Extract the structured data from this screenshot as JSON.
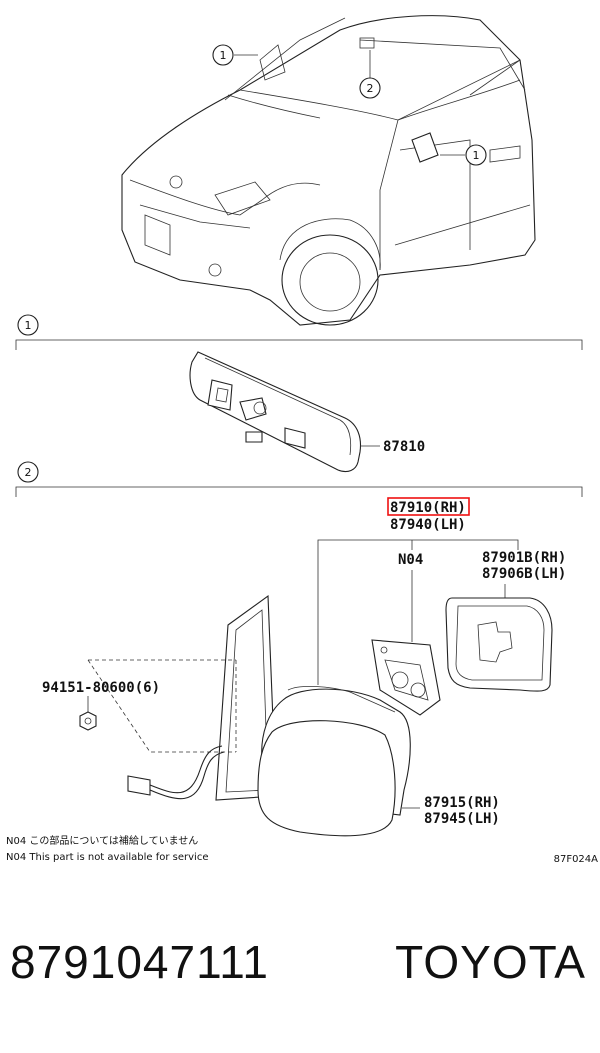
{
  "callouts": {
    "one": "1",
    "two": "2"
  },
  "parts": {
    "inner_mirror": "87810",
    "outer_mirror_rh": "87910(RH)",
    "outer_mirror_lh": "87940(LH)",
    "note_ref": "N04",
    "mirror_glass_rh": "87901B(RH)",
    "mirror_glass_lh": "87906B(LH)",
    "nut": "94151-80600(6)",
    "cover_rh": "87915(RH)",
    "cover_lh": "87945(LH)"
  },
  "notes": {
    "jp": "N04 この部品については補給していません",
    "en": "N04 This part is not available for service"
  },
  "figure_code": "87F024A",
  "footer": {
    "part_number": "8791047111",
    "brand": "TOYOTA"
  },
  "colors": {
    "highlight": "#ee1111",
    "line": "#222222"
  }
}
